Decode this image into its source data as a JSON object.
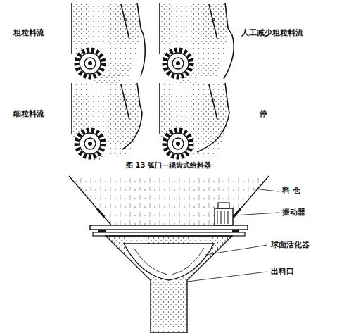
{
  "diagram": {
    "caption": "图 13 弧门—辊齿式给料器",
    "labels": [
      "粗粒料流",
      "人工减少粗粒料流",
      "细粒料流",
      "停",
      "料 仓",
      "振动器",
      "球面活化器",
      "出料口"
    ]
  }
}
